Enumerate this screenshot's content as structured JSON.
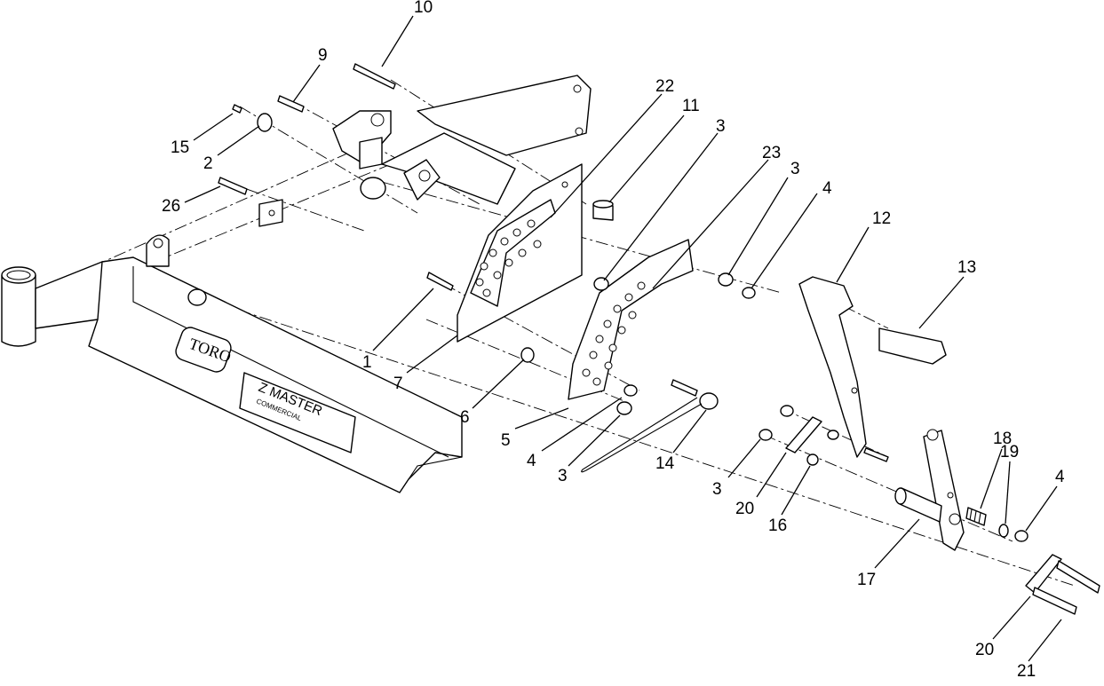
{
  "diagram": {
    "frame_brand_text": "TORO",
    "frame_model_text": "Z MASTER",
    "frame_model_sub_text": "COMMERCIAL",
    "callouts": [
      {
        "id": "c10a",
        "label": "10"
      },
      {
        "id": "c9",
        "label": "9"
      },
      {
        "id": "c15",
        "label": "15"
      },
      {
        "id": "c2",
        "label": "2"
      },
      {
        "id": "c26",
        "label": "26"
      },
      {
        "id": "c22",
        "label": "22"
      },
      {
        "id": "c11",
        "label": "11"
      },
      {
        "id": "c3a",
        "label": "3"
      },
      {
        "id": "c23",
        "label": "23"
      },
      {
        "id": "c3b",
        "label": "3"
      },
      {
        "id": "c4a",
        "label": "4"
      },
      {
        "id": "c12",
        "label": "12"
      },
      {
        "id": "c13",
        "label": "13"
      },
      {
        "id": "c1",
        "label": "1"
      },
      {
        "id": "c7",
        "label": "7"
      },
      {
        "id": "c6",
        "label": "6"
      },
      {
        "id": "c5",
        "label": "5"
      },
      {
        "id": "c4b",
        "label": "4"
      },
      {
        "id": "c3c",
        "label": "3"
      },
      {
        "id": "c14",
        "label": "14"
      },
      {
        "id": "c3d",
        "label": "3"
      },
      {
        "id": "c20a",
        "label": "20"
      },
      {
        "id": "c16",
        "label": "16"
      },
      {
        "id": "c18",
        "label": "18"
      },
      {
        "id": "c19",
        "label": "19"
      },
      {
        "id": "c4c",
        "label": "4"
      },
      {
        "id": "c17",
        "label": "17"
      },
      {
        "id": "c20b",
        "label": "20"
      },
      {
        "id": "c21",
        "label": "21"
      }
    ]
  }
}
